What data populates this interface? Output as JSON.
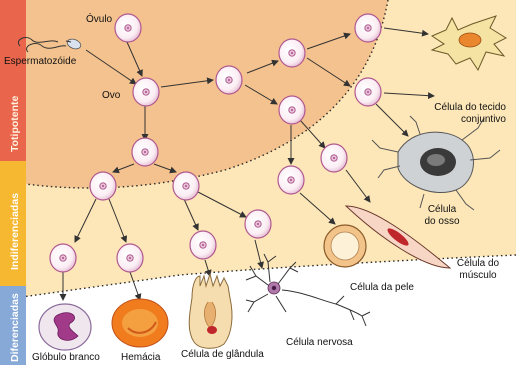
{
  "sidebar": {
    "totipotente": "Totipotente",
    "indiferenciadas": "Indiferenciadas",
    "diferenciadas": "Diferenciadas"
  },
  "labels": {
    "ovulo": "Óvulo",
    "espermatozoide": "Espermatozóide",
    "ovo": "Ovo",
    "tecido_conjuntivo": [
      "Célula do tecido",
      "conjuntivo"
    ],
    "osso": [
      "Célula",
      "do osso"
    ],
    "musculo": [
      "Célula do",
      "músculo"
    ],
    "pele": "Célula da pele",
    "nervosa": "Célula nervosa",
    "glandula": "Célula de glândula",
    "hemacia": "Hemácia",
    "globulo": "Glóbulo branco"
  },
  "colors": {
    "totipotente_bg": "#f4c28e",
    "indiferenciadas_bg": "#fde7b8",
    "sidebar_totipotente": "#e9654b",
    "sidebar_indiferenciadas": "#f6b731",
    "sidebar_diferenciadas": "#86a9d8",
    "cell_fill": "#ffffff",
    "cell_border": "#b0588f",
    "nucleus": "#a84f88",
    "arrow": "#333333"
  }
}
